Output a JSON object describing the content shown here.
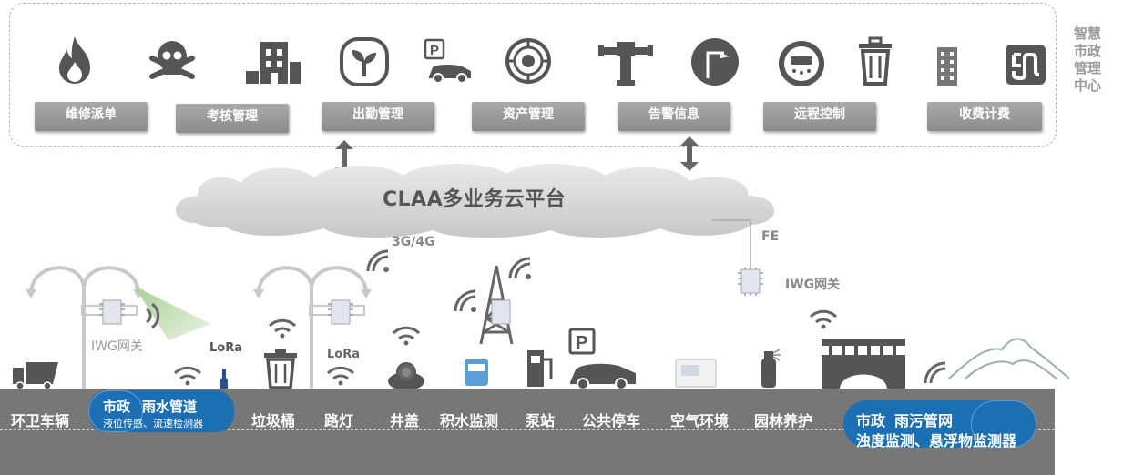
{
  "header": {
    "side_title_lines": [
      "智慧",
      "市政",
      "管理",
      "中心"
    ],
    "modules": [
      "维修派单",
      "考核管理",
      "出勤管理",
      "资产管理",
      "告警信息",
      "远程控制",
      "收费计费"
    ]
  },
  "cloud": {
    "label": "CLAA多业务云平台"
  },
  "network_labels": {
    "cellular": "3G/4G",
    "fe": "FE",
    "gateway_right": "IWG网关",
    "gateway_left": "IWG网关",
    "lora_1": "LoRa",
    "lora_2": "LoRa"
  },
  "ground": {
    "labels": [
      "环卫车辆",
      "垃圾桶",
      "路灯",
      "井盖",
      "积水监测",
      "泵站",
      "公共停车",
      "空气环境",
      "园林养护"
    ],
    "pill_left": {
      "title": "市政",
      "subtitle": "雨水管道",
      "detail": "液位传感、流速检测器"
    },
    "pill_right": {
      "title": "市政",
      "subtitle": "雨污管网",
      "detail": "浊度监测、悬浮物监测器"
    }
  },
  "colors": {
    "pill_blue": "#1c6fb3",
    "ground": "#777777",
    "icon_gray": "#666666",
    "button_gray": "#9a9a9a"
  }
}
